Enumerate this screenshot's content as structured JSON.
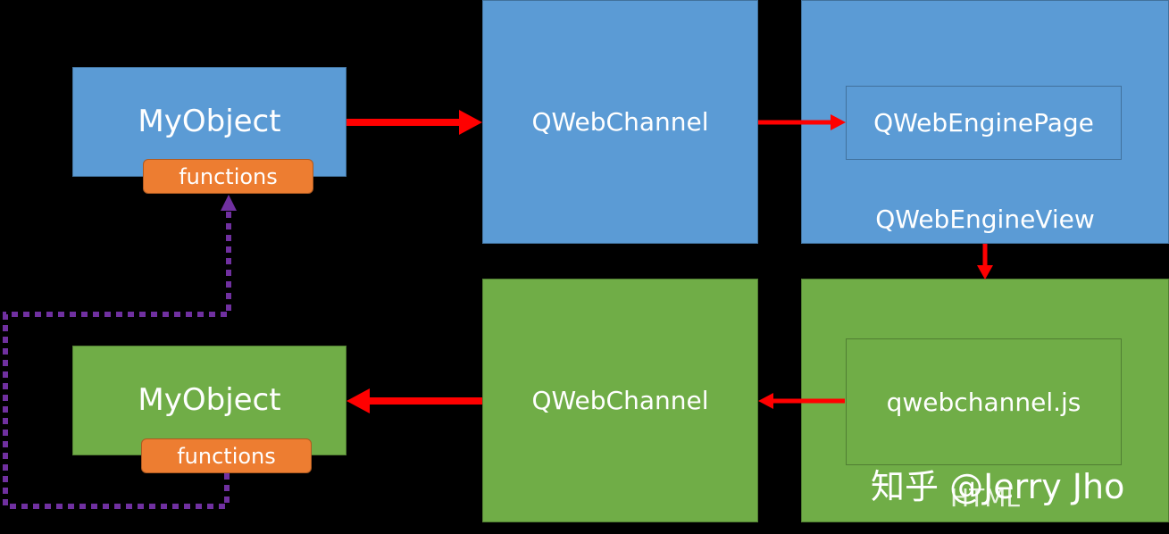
{
  "top": {
    "myobject": {
      "label": "MyObject",
      "functions": "functions"
    },
    "qwebchannel": {
      "label": "QWebChannel"
    },
    "view": {
      "label": "QWebEngineView",
      "page": "QWebEnginePage"
    }
  },
  "bottom": {
    "myobject": {
      "label": "MyObject",
      "functions": "functions"
    },
    "qwebchannel": {
      "label": "QWebChannel"
    },
    "html": {
      "label": "HTML",
      "js": "qwebchannel.js"
    }
  },
  "watermark": "知乎 @Jerry Jho",
  "colors": {
    "blue": "#5b9bd5",
    "green": "#70ad47",
    "orange": "#ed7d31",
    "red_arrow": "#ff0000",
    "purple_dashed": "#7030a0"
  }
}
